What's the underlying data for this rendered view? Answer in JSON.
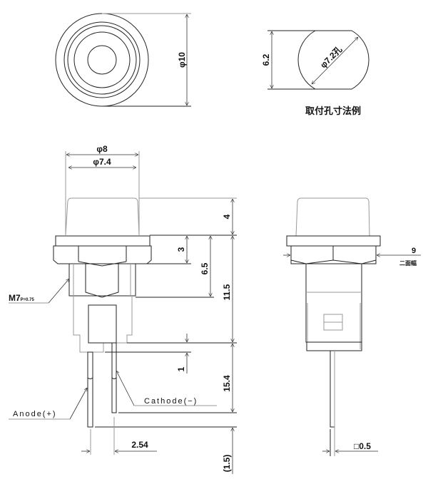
{
  "top_view": {
    "dia_outer": "φ10"
  },
  "mount_hole": {
    "height": "6.2",
    "hole_dia": "φ7.2孔",
    "caption": "取付孔寸法例"
  },
  "front_view": {
    "dia_cap": "φ8",
    "dia_cap_inner": "φ7.4",
    "cap_height": "4",
    "hex_height": "3",
    "thread_height": "6.5",
    "body_height": "11.5",
    "thread_spec": "M7",
    "thread_pitch": "P=0.75",
    "pin_offset": "1",
    "pin_length": "15.4",
    "pin_extra": "(1.5)",
    "pin_pitch": "2.54",
    "anode_label": "Anode(+)",
    "cathode_label": "Cathode(−)"
  },
  "side_view": {
    "across_flats": "9",
    "across_flats_label": "二面幅",
    "pin_size": "□0.5"
  }
}
